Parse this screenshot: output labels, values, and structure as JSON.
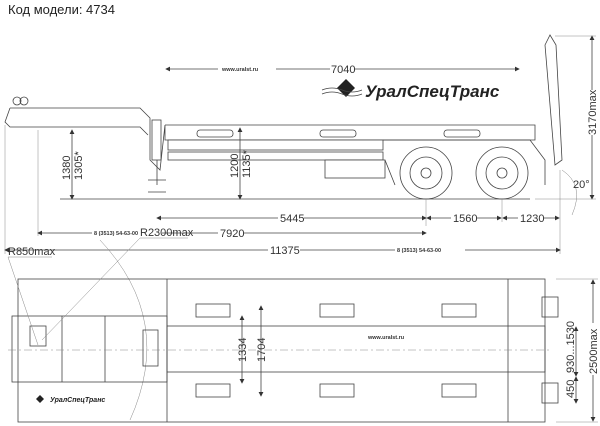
{
  "title": "Код модели: 4734",
  "brand": {
    "name": "УралСпецТранс",
    "website": "www.uralst.ru",
    "phone": "8 (3513) 54-63-00"
  },
  "side_view": {
    "dims": {
      "deck_length": "7040",
      "height_max": "3170max",
      "fifth_wheel_height": "1380",
      "fifth_wheel_height_alt": "1305*",
      "deck_height": "1200",
      "deck_height_alt": "1135*",
      "kingpin_to_axle": "5445",
      "axle_spacing": "1560",
      "rear_overhang": "1230",
      "kingpin_to_axle_total": "7920",
      "overall_length": "11375",
      "ramp_angle": "20°"
    }
  },
  "top_view": {
    "dims": {
      "turn_radius_front": "R850max",
      "turn_radius_rear": "R2300max",
      "inner_width": "1334",
      "outer_width": "1704",
      "ramp_spacing": "930...1530",
      "ramp_width": "450",
      "overall_width": "2500max"
    }
  }
}
